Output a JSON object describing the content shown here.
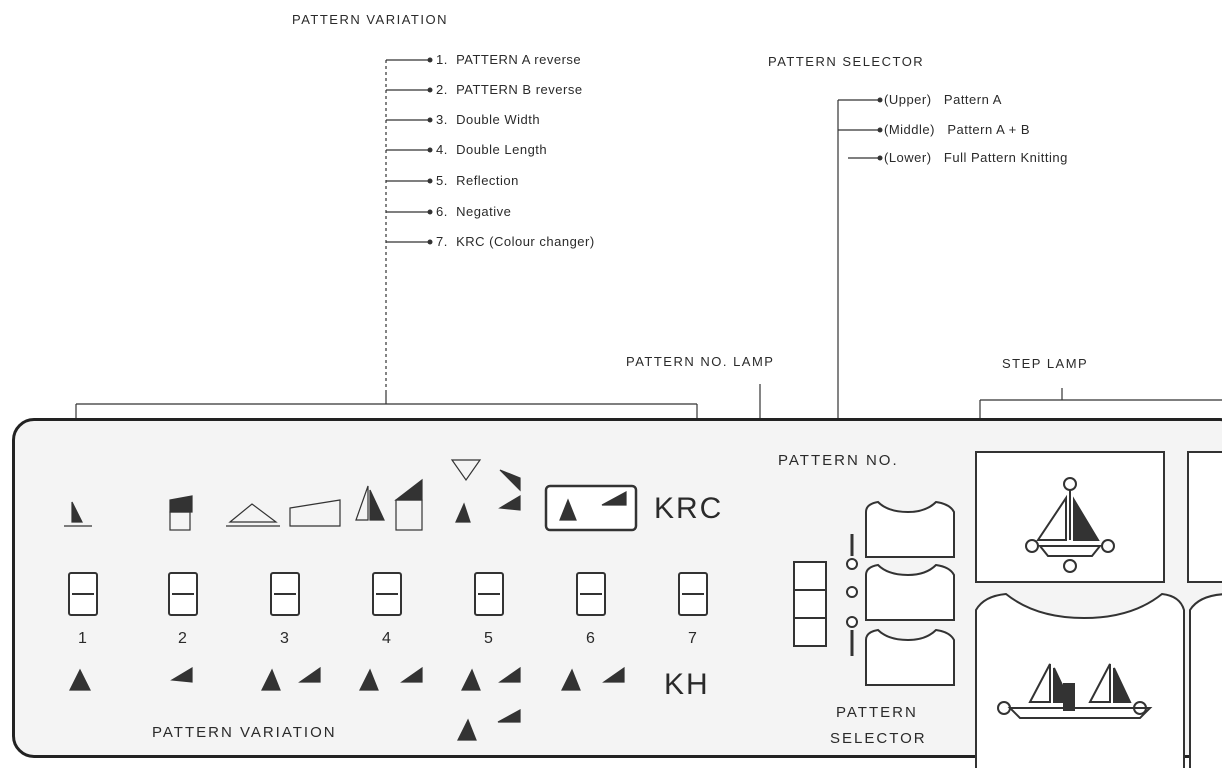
{
  "pattern_variation_list": {
    "title": "PATTERN VARIATION",
    "items": [
      {
        "num": "1.",
        "label": "PATTERN A reverse"
      },
      {
        "num": "2.",
        "label": "PATTERN B reverse"
      },
      {
        "num": "3.",
        "label": "Double Width"
      },
      {
        "num": "4.",
        "label": "Double Length"
      },
      {
        "num": "5.",
        "label": "Reflection"
      },
      {
        "num": "6.",
        "label": "Negative"
      },
      {
        "num": "7.",
        "label": "KRC (Colour changer)"
      }
    ]
  },
  "pattern_selector_list": {
    "title": "PATTERN SELECTOR",
    "items": [
      {
        "pos": "(Upper)",
        "label": "Pattern A"
      },
      {
        "pos": "(Middle)",
        "label": "Pattern A + B"
      },
      {
        "pos": "(Lower)",
        "label": "Full Pattern Knitting"
      }
    ]
  },
  "callouts": {
    "pattern_no_lamp": "PATTERN NO. LAMP",
    "step_lamp": "STEP LAMP"
  },
  "panel": {
    "pattern_no": "PATTERN NO.",
    "krc": "KRC",
    "kh": "KH",
    "buttons": [
      "1",
      "2",
      "3",
      "4",
      "5",
      "6",
      "7"
    ],
    "pattern_variation_label": "PATTERN VARIATION",
    "pattern_selector_line1": "PATTERN",
    "pattern_selector_line2": "SELECTOR"
  },
  "colors": {
    "ink": "#2a2a2a",
    "paper": "#ffffff",
    "panel": "#f4f4f4"
  }
}
